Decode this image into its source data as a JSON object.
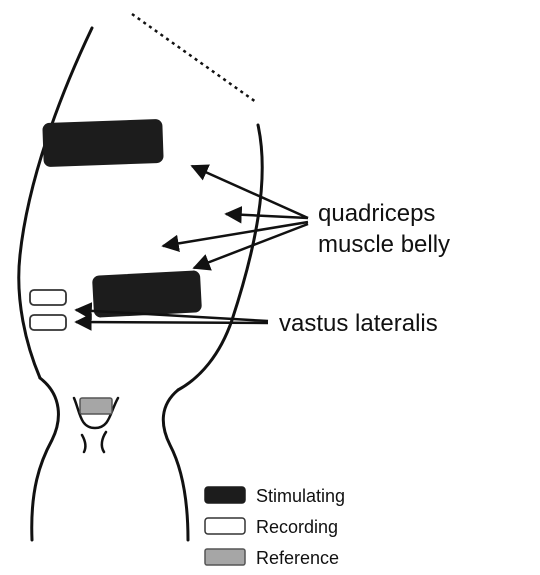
{
  "annotations": {
    "quadriceps_line1": "quadriceps",
    "quadriceps_line2": "muscle belly",
    "vastus": "vastus lateralis"
  },
  "legend": {
    "items": [
      {
        "label": "Stimulating",
        "fill": "#1c1c1c",
        "stroke": "#1c1c1c"
      },
      {
        "label": "Recording",
        "fill": "#ffffff",
        "stroke": "#333333"
      },
      {
        "label": "Reference",
        "fill": "#a6a6a6",
        "stroke": "#555555"
      }
    ]
  },
  "colors": {
    "outline": "#111111",
    "stimulating": "#1c1c1c",
    "recording": "#ffffff",
    "reference": "#a6a6a6"
  }
}
